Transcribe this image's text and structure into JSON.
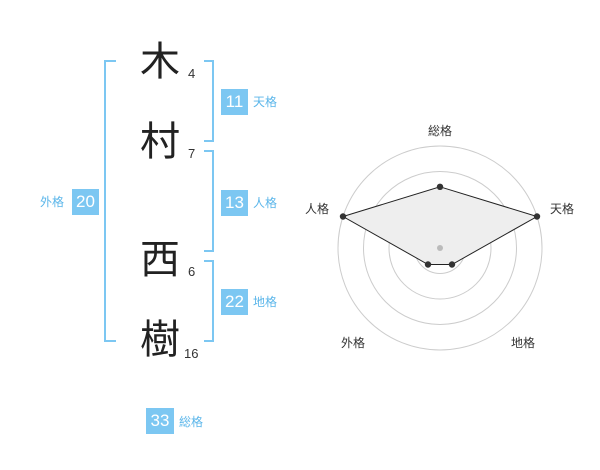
{
  "name": {
    "chars": [
      {
        "char": "木",
        "strokes": "4"
      },
      {
        "char": "村",
        "strokes": "7"
      },
      {
        "char": "西",
        "strokes": "6"
      },
      {
        "char": "樹",
        "strokes": "16"
      }
    ]
  },
  "fortune": {
    "tenkaku": {
      "value": "11",
      "label": "天格"
    },
    "jinkaku": {
      "value": "13",
      "label": "人格"
    },
    "chikaku": {
      "value": "22",
      "label": "地格"
    },
    "gaikaku": {
      "value": "20",
      "label": "外格"
    },
    "soukaku": {
      "value": "33",
      "label": "総格"
    }
  },
  "radar": {
    "axes": [
      "総格",
      "天格",
      "地格",
      "外格",
      "人格"
    ],
    "rings": 4,
    "scale_max": 5,
    "values": [
      3,
      5,
      1,
      1,
      5
    ],
    "colors": {
      "ring": "#cccccc",
      "fill": "#eeeeee",
      "line": "#222222",
      "point": "#333333",
      "center": "#bbbbbb"
    }
  }
}
